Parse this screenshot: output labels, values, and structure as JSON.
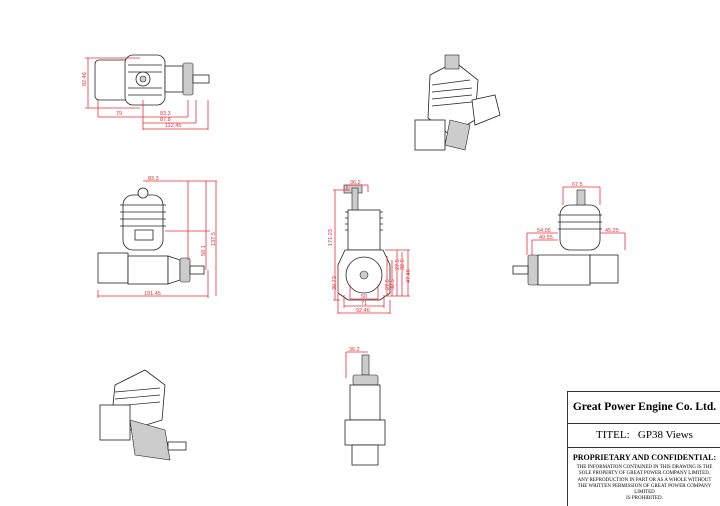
{
  "title_block": {
    "company": "Great Power Engine Co. Ltd.",
    "title_label": "TITEL:",
    "title_value": "GP38 Views",
    "heading": "PROPRIETARY AND CONFIDENTIAL:",
    "notice": [
      "THE INFORMATION CONTAINED IN THIS DRAWING IS THE",
      "SOLE PROPERTY OF GREAT POWER COMPANY  LIMITED.",
      "ANY REPRODUCTION IN PART OR AS A WHOLE WITHOUT",
      "THE WRITTEN PERMISSION OF GREAT POWER COMPANY",
      "LIMITED",
      "IS PROHIBITED."
    ]
  },
  "views": {
    "top": {
      "height": "82.46",
      "d1": "79",
      "d2": "83.3",
      "d3": "87.8",
      "d4": "112.45"
    },
    "side": {
      "top": "83.3",
      "h1": "137.5",
      "h2": "58.1",
      "width": "191.45"
    },
    "front": {
      "top": "36.2",
      "height": "171.23",
      "left_low": "30.73",
      "w1": "50",
      "w2": "71",
      "w3": "92.46",
      "r1": "27.5",
      "r2": "32.5",
      "r3": "27.5",
      "r4": "32.5",
      "r5": "47.46"
    },
    "rear": {
      "top": "67.5",
      "l1": "54.05",
      "l2": "49.55",
      "r1": "45.25"
    },
    "bottom": {
      "top": "36.2"
    }
  },
  "colors": {
    "dimension": "#e8303a",
    "line": "#222222"
  }
}
